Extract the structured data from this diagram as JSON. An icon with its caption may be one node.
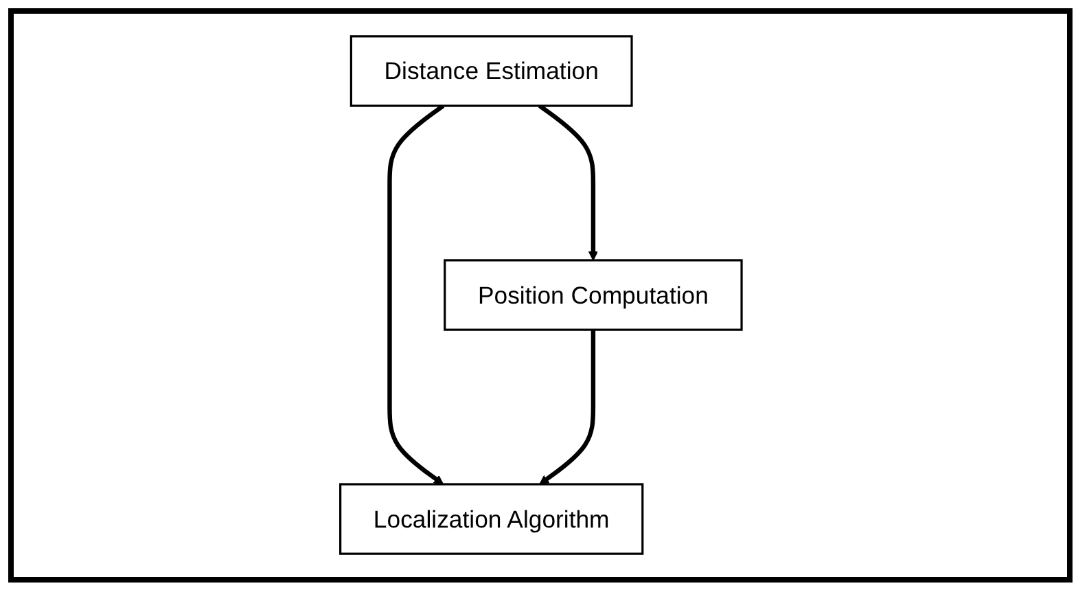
{
  "diagram": {
    "nodes": [
      {
        "text": [
          "Distance Estimation"
        ]
      },
      {
        "text": [
          "Position Computation"
        ]
      },
      {
        "text": [
          "Localization Algorithm"
        ]
      }
    ],
    "edges": [
      {
        "from": 0,
        "to": 1,
        "arrow": "to"
      },
      {
        "from": 0,
        "to": 2,
        "arrow": "to"
      },
      {
        "from": 1,
        "to": 2,
        "arrow": "to"
      }
    ]
  }
}
